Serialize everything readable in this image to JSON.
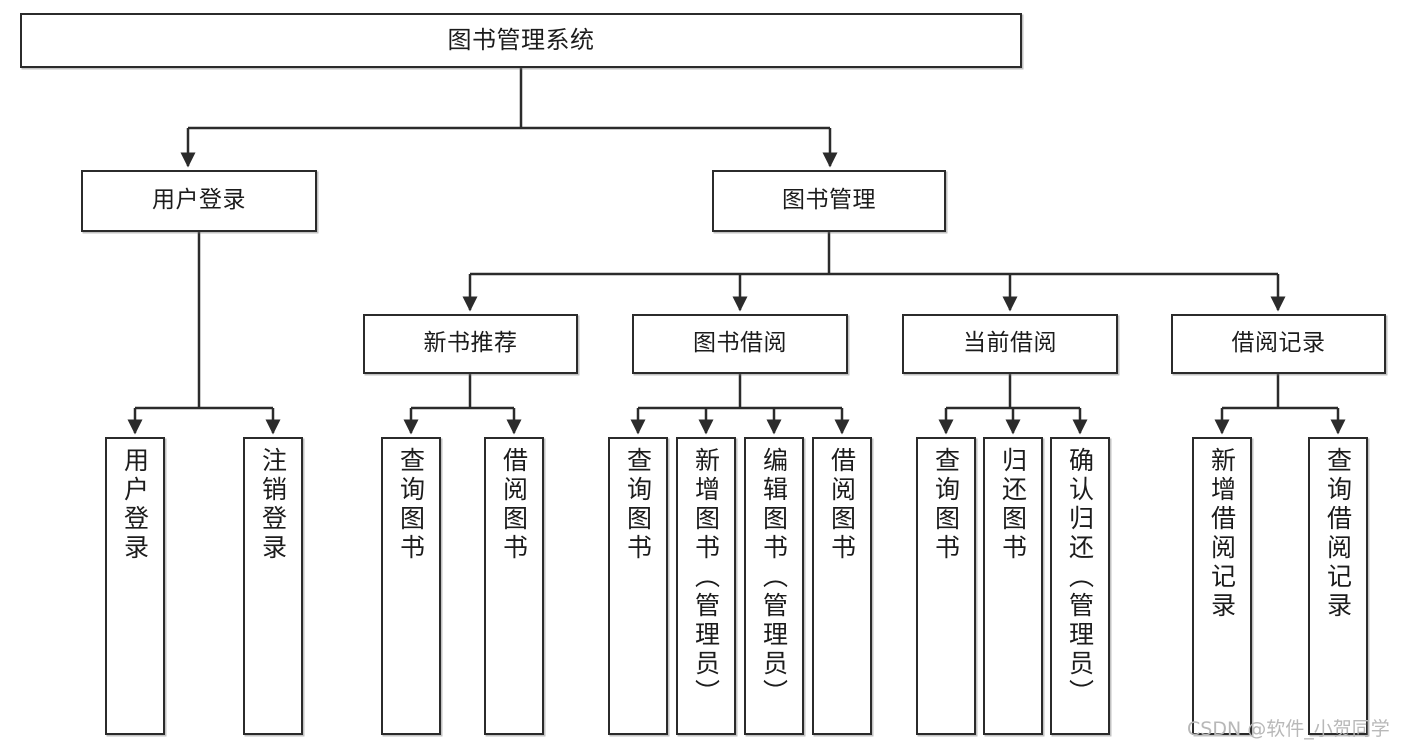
{
  "diagram": {
    "title": "图书管理系统",
    "type": "hierarchy-tree",
    "root": {
      "id": "root",
      "label": "图书管理系统"
    },
    "level2": [
      {
        "id": "user-login",
        "label": "用户登录"
      },
      {
        "id": "book-manage",
        "label": "图书管理"
      }
    ],
    "level3": [
      {
        "id": "new-book-rec",
        "label": "新书推荐"
      },
      {
        "id": "book-borrow",
        "label": "图书借阅"
      },
      {
        "id": "current-borrow",
        "label": "当前借阅"
      },
      {
        "id": "borrow-record",
        "label": "借阅记录"
      }
    ],
    "leaves": {
      "user_login": [
        {
          "id": "leaf-user-login",
          "label": "用户登录"
        },
        {
          "id": "leaf-logout-login",
          "label": "注销登录"
        }
      ],
      "new_book_rec": [
        {
          "id": "leaf-query-book-1",
          "label": "查询图书"
        },
        {
          "id": "leaf-borrow-book-1",
          "label": "借阅图书"
        }
      ],
      "book_borrow": [
        {
          "id": "leaf-query-book-2",
          "label": "查询图书"
        },
        {
          "id": "leaf-add-book",
          "label": "新增图书（管理员）"
        },
        {
          "id": "leaf-edit-book",
          "label": "编辑图书（管理员）"
        },
        {
          "id": "leaf-borrow-book-2",
          "label": "借阅图书"
        }
      ],
      "current_borrow": [
        {
          "id": "leaf-query-book-3",
          "label": "查询图书"
        },
        {
          "id": "leaf-return-book",
          "label": "归还图书"
        },
        {
          "id": "leaf-confirm-return",
          "label": "确认归还（管理员）"
        }
      ],
      "borrow_record": [
        {
          "id": "leaf-add-record",
          "label": "新增借阅记录"
        },
        {
          "id": "leaf-query-record",
          "label": "查询借阅记录"
        }
      ]
    }
  },
  "watermark": {
    "text": "CSDN @软件_小贺同学"
  },
  "colors": {
    "border": "#2b2b2b",
    "text": "#1c1c1c",
    "background": "#ffffff",
    "watermark": "#b8b8b8"
  }
}
